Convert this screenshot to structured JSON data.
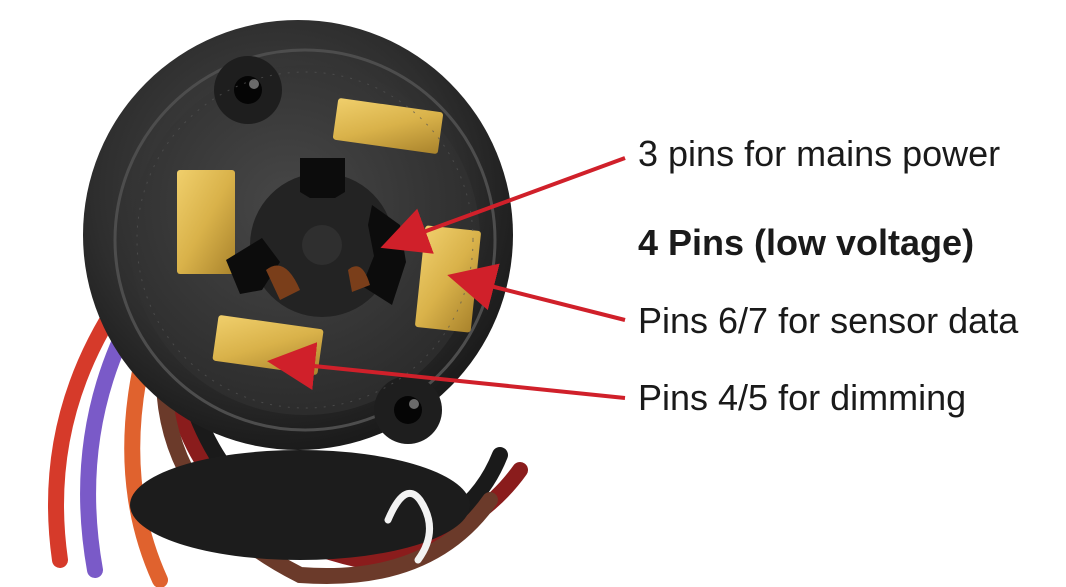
{
  "labels": {
    "mains_power": "3 pins for mains power",
    "low_voltage": "4 Pins (low voltage)",
    "sensor_data": "Pins 6/7 for sensor data",
    "dimming": "Pins 4/5 for dimming"
  },
  "colors": {
    "arrow": "#d0202a",
    "receptacle_body": "#2b2b2b",
    "receptacle_face": "#3a3a3a",
    "pin_gold": "#d9b24a",
    "background": "#ffffff",
    "text": "#1a1a1a"
  },
  "wire_colors": [
    "#d63a2a",
    "#7a5ac8",
    "#e0622e",
    "#8a1c1c",
    "#1a1a1a",
    "#6b3a2a"
  ]
}
